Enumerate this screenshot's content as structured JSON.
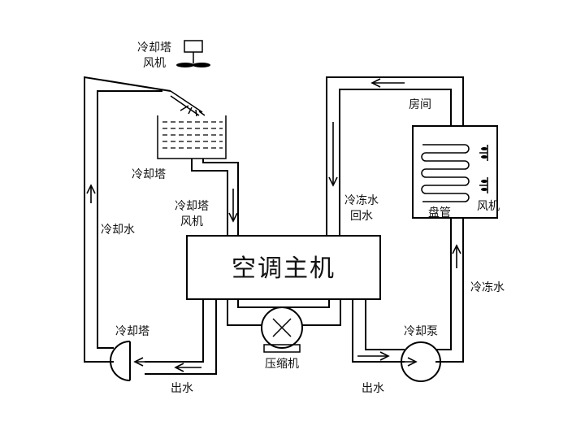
{
  "labels": {
    "cooling_tower_fan_top": [
      "冷却塔",
      "风机"
    ],
    "cooling_tower": "冷却塔",
    "cooling_tower_fan_mid": [
      "冷却塔",
      "风机"
    ],
    "cooling_water": "冷却水",
    "main_unit": "空调主机",
    "compressor": "压缩机",
    "cooling_tower_pump": "冷却塔",
    "outlet_left": "出水",
    "chilled_return": [
      "冷冻水",
      "回水"
    ],
    "room": "房间",
    "coil": "盘管",
    "fan_right": [
      "风机"
    ],
    "chilled_water": "冷冻水",
    "cooling_pump": "冷却泵",
    "outlet_right": "出水"
  }
}
